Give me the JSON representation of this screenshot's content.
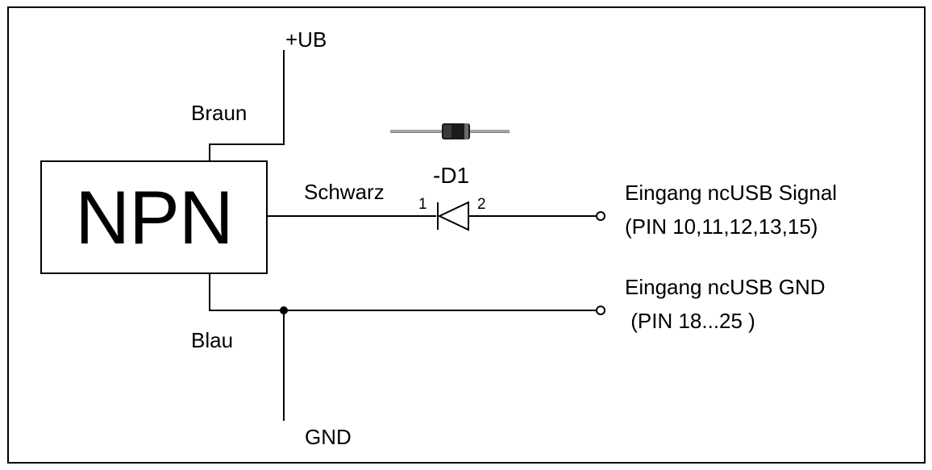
{
  "component": {
    "name": "NPN"
  },
  "supply": {
    "label": "+UB"
  },
  "wires": {
    "brown": "Braun",
    "black": "Schwarz",
    "blue": "Blau"
  },
  "diode": {
    "ref": "-D1",
    "pin1": "1",
    "pin2": "2"
  },
  "ground": {
    "label": "GND"
  },
  "terminals": {
    "signal": {
      "title": "Eingang ncUSB Signal",
      "pins": "(PIN 10,11,12,13,15)"
    },
    "gnd": {
      "title": "Eingang ncUSB GND",
      "pins": " (PIN 18...25 )"
    }
  }
}
